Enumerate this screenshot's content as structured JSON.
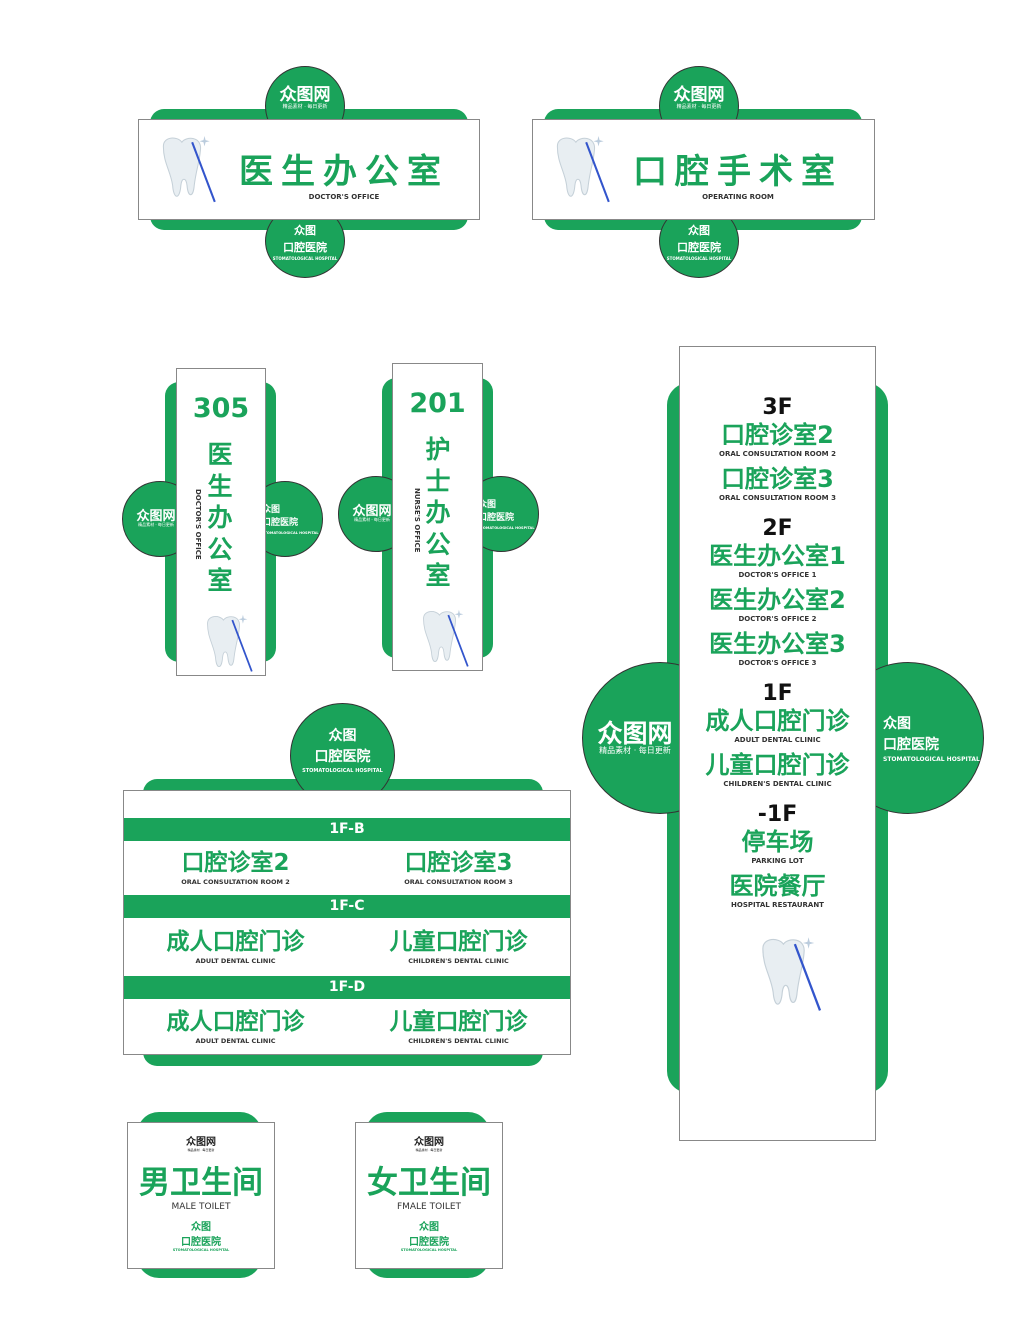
{
  "brand": {
    "logo": "众图网",
    "slogan": "精品素材 · 每日更新",
    "hospital_short": "众图",
    "hospital_name": "口腔医院",
    "hospital_en": "STOMATOLOGICAL HOSPITAL",
    "green": "#1aa35a"
  },
  "sign_doctor": {
    "cn": "医生办公室",
    "en": "DOCTOR'S OFFICE"
  },
  "sign_operating": {
    "cn": "口腔手术室",
    "en": "OPERATING ROOM"
  },
  "vertical_305": {
    "number": "305",
    "cn": [
      "医",
      "生",
      "办",
      "公",
      "室"
    ],
    "en": "DOCTOR'S OFFICE"
  },
  "vertical_201": {
    "number": "201",
    "cn": [
      "护",
      "士",
      "办",
      "公",
      "室"
    ],
    "en": "NURSE'S OFFICE"
  },
  "directory": {
    "floors": [
      {
        "floor": "3F",
        "rooms": [
          {
            "cn": "口腔诊室2",
            "en": "ORAL CONSULTATION ROOM 2"
          },
          {
            "cn": "口腔诊室3",
            "en": "ORAL CONSULTATION ROOM 3"
          }
        ]
      },
      {
        "floor": "2F",
        "rooms": [
          {
            "cn": "医生办公室1",
            "en": "DOCTOR'S OFFICE 1"
          },
          {
            "cn": "医生办公室2",
            "en": "DOCTOR'S OFFICE 2"
          },
          {
            "cn": "医生办公室3",
            "en": "DOCTOR'S OFFICE 3"
          }
        ]
      },
      {
        "floor": "1F",
        "rooms": [
          {
            "cn": "成人口腔门诊",
            "en": "ADULT DENTAL CLINIC"
          },
          {
            "cn": "儿童口腔门诊",
            "en": "CHILDREN'S DENTAL CLINIC"
          }
        ]
      },
      {
        "floor": "-1F",
        "rooms": [
          {
            "cn": "停车场",
            "en": "PARKING LOT"
          },
          {
            "cn": "医院餐厅",
            "en": "HOSPITAL RESTAURANT"
          }
        ]
      }
    ]
  },
  "horizontal_directory": {
    "sections": [
      {
        "label": "1F-B",
        "items": [
          {
            "cn": "口腔诊室2",
            "en": "ORAL CONSULTATION ROOM 2"
          },
          {
            "cn": "口腔诊室3",
            "en": "ORAL CONSULTATION ROOM 3"
          }
        ]
      },
      {
        "label": "1F-C",
        "items": [
          {
            "cn": "成人口腔门诊",
            "en": "ADULT DENTAL CLINIC"
          },
          {
            "cn": "儿童口腔门诊",
            "en": "CHILDREN'S DENTAL CLINIC"
          }
        ]
      },
      {
        "label": "1F-D",
        "items": [
          {
            "cn": "成人口腔门诊",
            "en": "ADULT DENTAL CLINIC"
          },
          {
            "cn": "儿童口腔门诊",
            "en": "CHILDREN'S DENTAL CLINIC"
          }
        ]
      }
    ]
  },
  "toilet_male": {
    "cn": "男卫生间",
    "en": "MALE TOILET"
  },
  "toilet_female": {
    "cn": "女卫生间",
    "en": "FMALE TOILET"
  }
}
